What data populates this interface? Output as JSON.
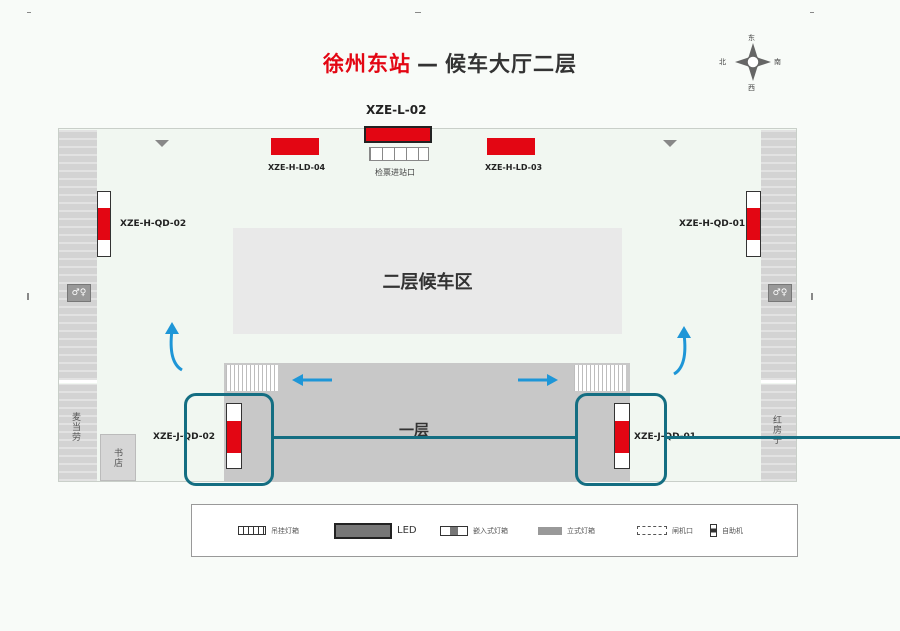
{
  "title": {
    "station": "徐州东站",
    "dash": "—",
    "hall": "候车大厅二层"
  },
  "compass": {
    "north": "北",
    "east": "东",
    "south": "南",
    "west": "西"
  },
  "top_led": {
    "id": "XZE-L-02"
  },
  "gate_label": "检票进站口",
  "lightboxes": {
    "ld04": "XZE-H-LD-04",
    "ld03": "XZE-H-LD-03",
    "qd02": "XZE-H-QD-02",
    "qd01": "XZE-H-QD-01",
    "jqd02": "XZE-J-QD-02",
    "jqd01": "XZE-J-QD-01"
  },
  "waiting_area": "二层候车区",
  "floor_one": "一层",
  "shops": {
    "mcdonalds": "麦当劳",
    "bookstore": "书店",
    "red_house": "红房子"
  },
  "legend": {
    "hanging_lightbox": "吊挂灯箱",
    "led": "LED",
    "embedded_lightbox": "嵌入式灯箱",
    "standing_lightbox": "立式灯箱",
    "gate": "闸机口",
    "ticket_machine": "自助机"
  },
  "colors": {
    "accent": "#e30613",
    "highlight": "#146e82",
    "arrow": "#1e96d7"
  }
}
